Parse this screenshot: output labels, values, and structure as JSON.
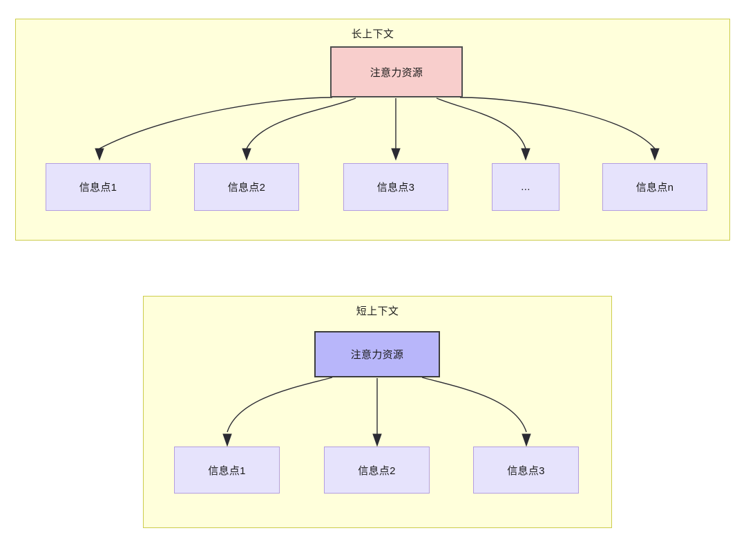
{
  "diagram": {
    "type": "flowchart",
    "background": "#FFFFFF",
    "palette": {
      "group_fill": "#FFFFDB",
      "group_stroke": "#CCCC4A",
      "attention_long_fill": "#F8CECC",
      "attention_long_stroke": "#4D4D4D",
      "attention_short_fill": "#B8B6FA",
      "attention_short_stroke": "#3C3C3C",
      "info_fill": "#E6E3FC",
      "info_stroke": "#B39DE0",
      "edge_stroke": "#2B2B33"
    },
    "groups": [
      {
        "id": "long-context",
        "title": "长上下文",
        "root": {
          "label": "注意力资源"
        },
        "children": [
          {
            "label": "信息点1"
          },
          {
            "label": "信息点2"
          },
          {
            "label": "信息点3"
          },
          {
            "label": "..."
          },
          {
            "label": "信息点n"
          }
        ]
      },
      {
        "id": "short-context",
        "title": "短上下文",
        "root": {
          "label": "注意力资源"
        },
        "children": [
          {
            "label": "信息点1"
          },
          {
            "label": "信息点2"
          },
          {
            "label": "信息点3"
          }
        ]
      }
    ]
  }
}
